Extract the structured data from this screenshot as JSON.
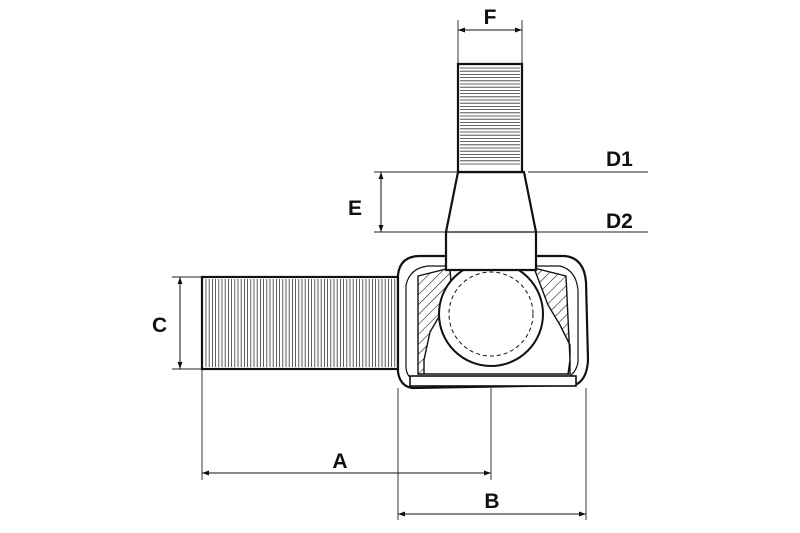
{
  "labels": {
    "a": "A",
    "b": "B",
    "c": "C",
    "d1": "D1",
    "d2": "D2",
    "e": "E",
    "f": "F"
  }
}
